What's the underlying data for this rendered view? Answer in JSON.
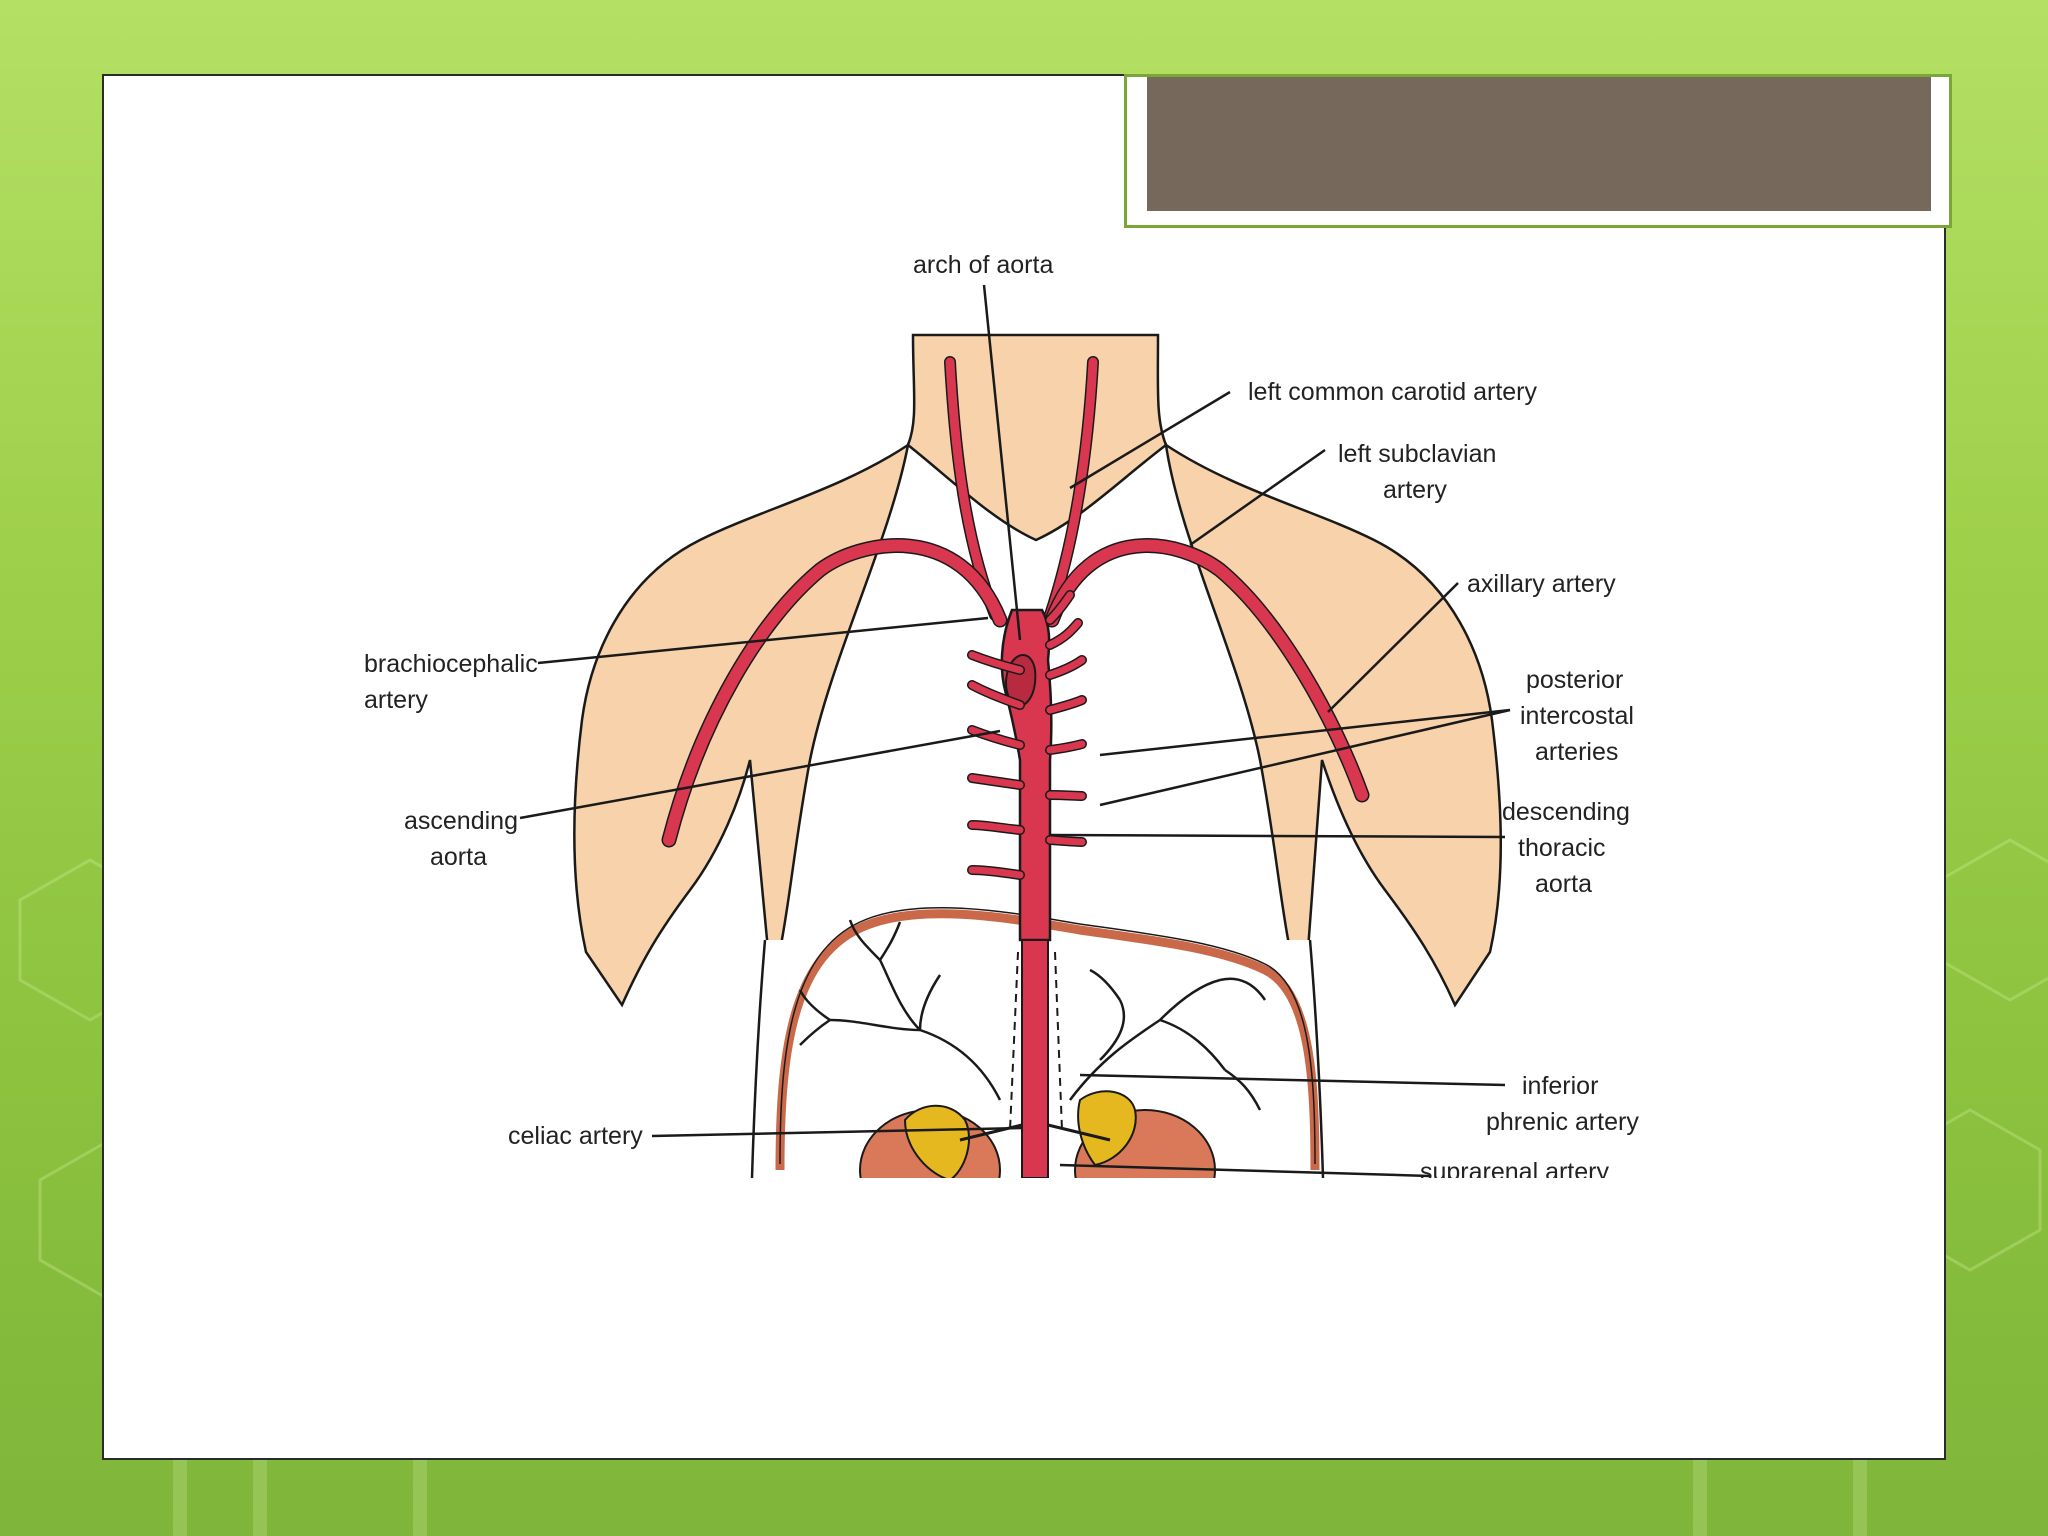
{
  "slide": {
    "title": ""
  },
  "diagram": {
    "labels": {
      "arch_of_aorta": "arch of aorta",
      "left_common_carotid": "left common carotid artery",
      "left_subclavian_1": "left subclavian",
      "left_subclavian_2": "artery",
      "axillary": "axillary artery",
      "brachiocephalic_1": "brachiocephalic",
      "brachiocephalic_2": "artery",
      "posterior_intercostal_1": "posterior",
      "posterior_intercostal_2": "intercostal",
      "posterior_intercostal_3": "arteries",
      "ascending_aorta_1": "ascending",
      "ascending_aorta_2": "aorta",
      "descending_thoracic_1": "descending",
      "descending_thoracic_2": "thoracic",
      "descending_thoracic_3": "aorta",
      "inferior_phrenic_1": "inferior",
      "inferior_phrenic_2": "phrenic artery",
      "celiac": "celiac artery",
      "suprarenal": "suprarenal artery"
    },
    "colors": {
      "skin": "#f7d2aa",
      "artery": "#d9374f",
      "gland": "#e6b81f",
      "kidney": "#d9795a",
      "outline": "#1a1a1a"
    }
  }
}
